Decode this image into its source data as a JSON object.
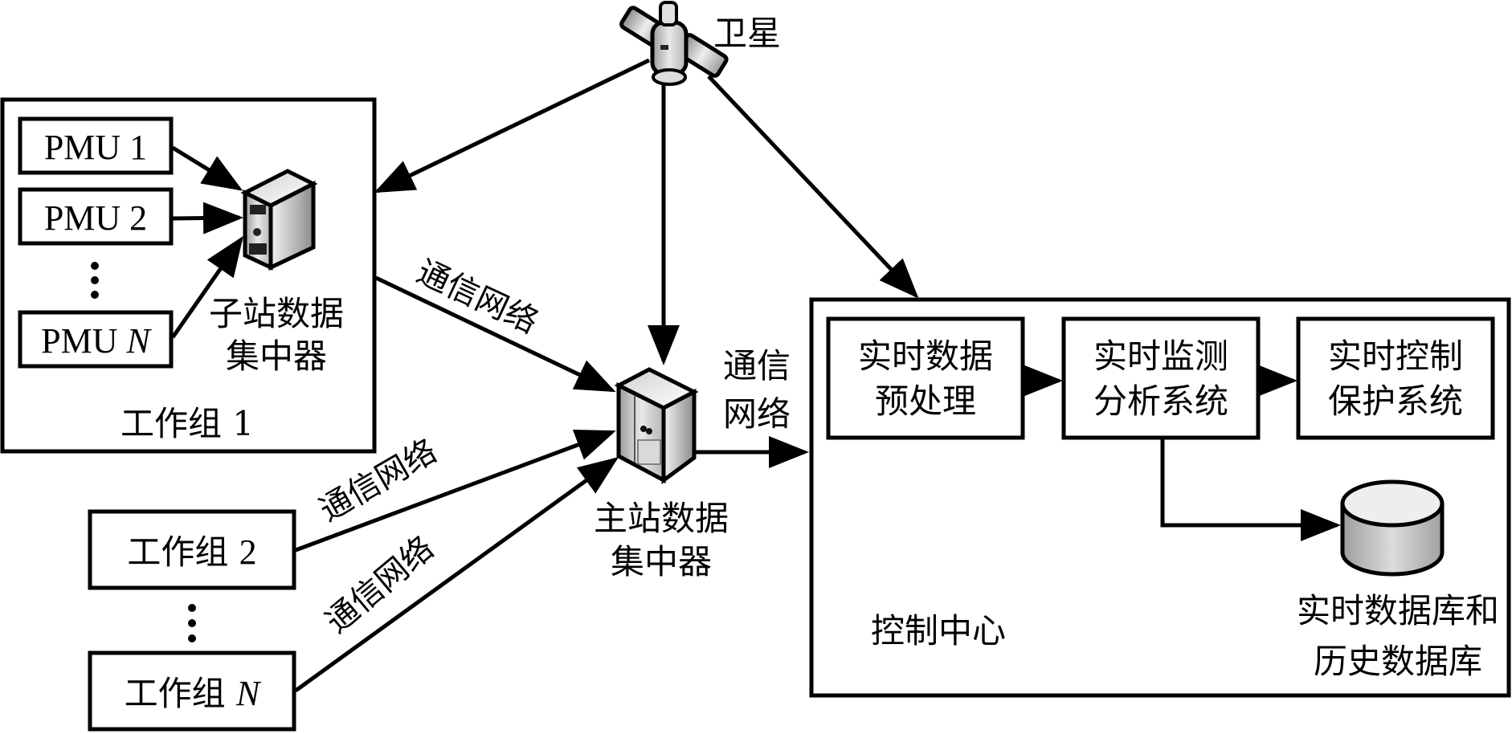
{
  "diagram": {
    "satellite": {
      "label": "卫星"
    },
    "workgroup1": {
      "label": "工作组 1",
      "pmus": [
        "PMU 1",
        "PMU 2",
        "PMU N"
      ],
      "pmu_n_prefix": "PMU ",
      "pmu_n_suffix": "N",
      "ellipsis": "⋮",
      "concentrator_line1": "子站数据",
      "concentrator_line2": "集中器"
    },
    "workgroups": {
      "wg2_prefix": "工作组 ",
      "wg2_suffix": "2",
      "wgn_prefix": "工作组 ",
      "wgn_suffix": "N",
      "ellipsis": "⋮"
    },
    "links": {
      "network_label": "通信网络",
      "network_line1": "通信",
      "network_line2": "网络"
    },
    "main_concentrator": {
      "line1": "主站数据",
      "line2": "集中器"
    },
    "control_center": {
      "label": "控制中心",
      "modules": [
        {
          "line1": "实时数据",
          "line2": "预处理"
        },
        {
          "line1": "实时监测",
          "line2": "分析系统"
        },
        {
          "line1": "实时控制",
          "line2": "保护系统"
        }
      ],
      "database": {
        "line1": "实时数据库和",
        "line2": "历史数据库"
      }
    }
  }
}
